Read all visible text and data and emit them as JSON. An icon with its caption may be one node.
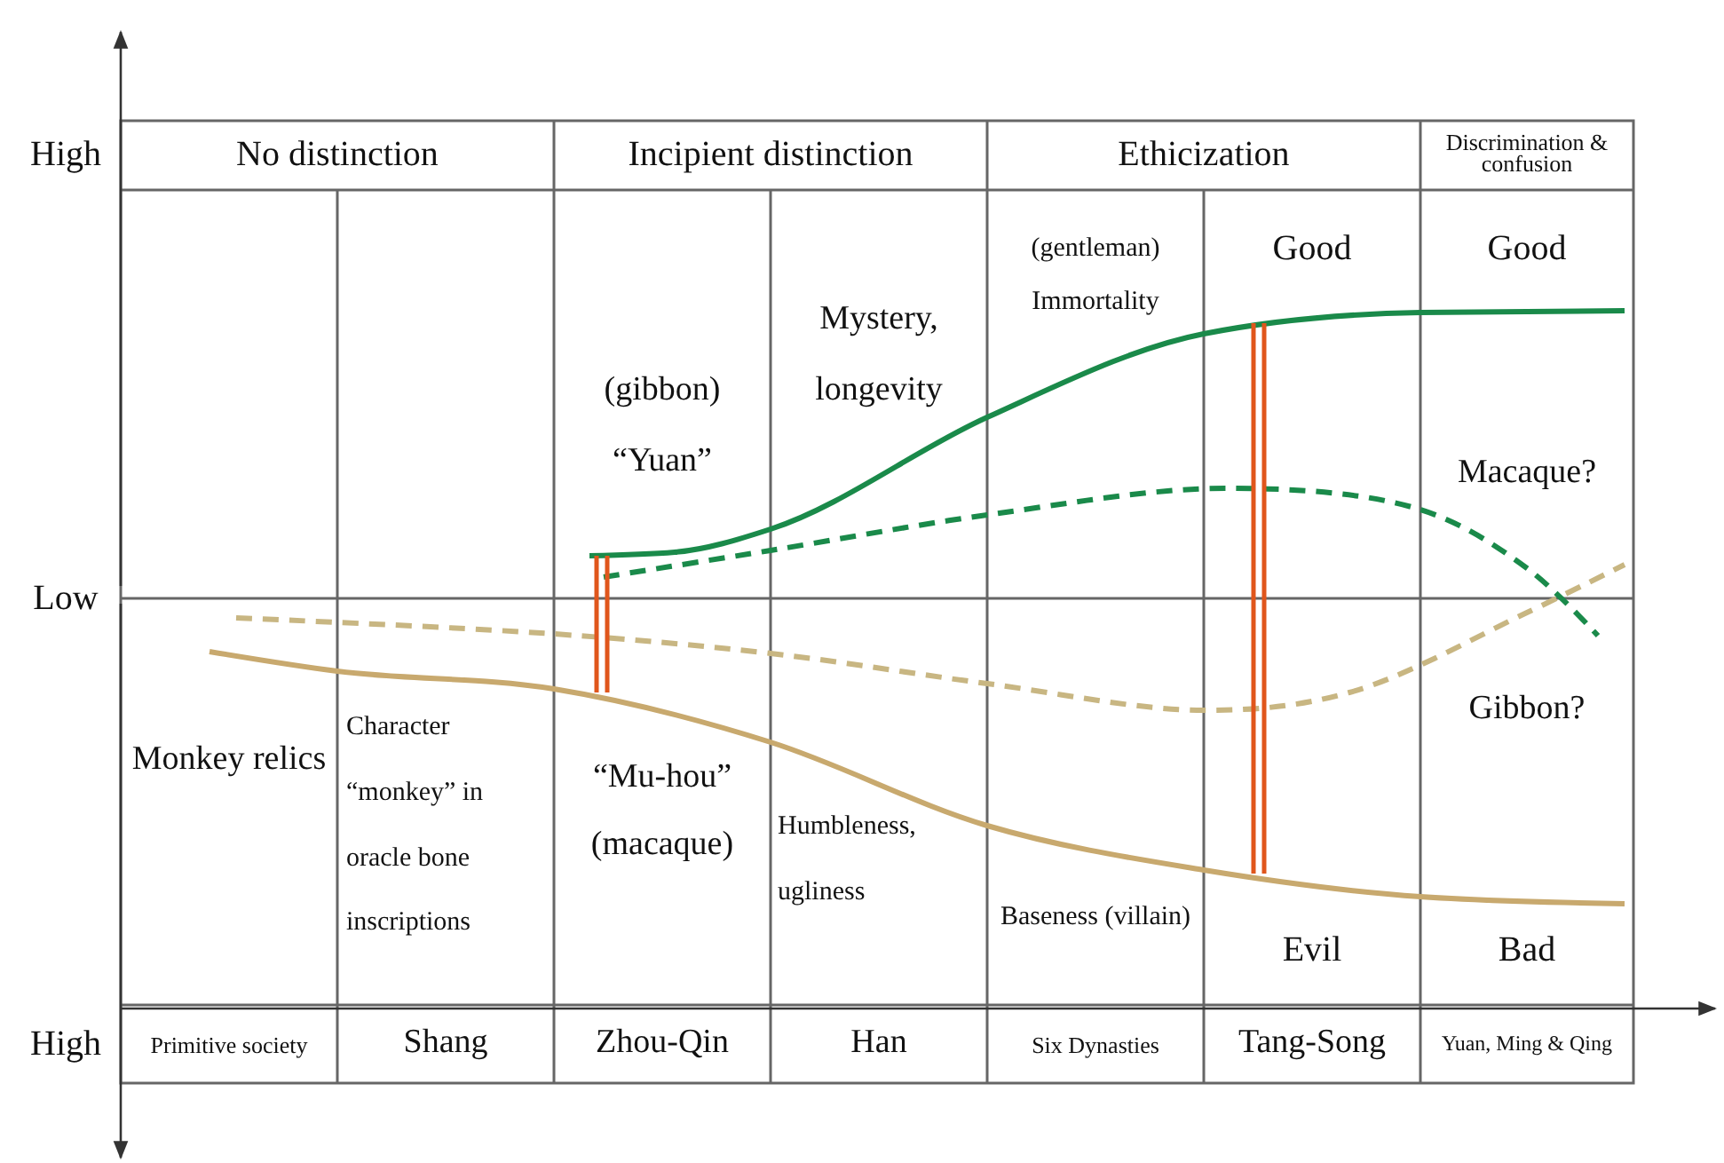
{
  "diagram": {
    "labels": [
      "High",
      "No distinction",
      "Incipient distinction",
      "Ethicization",
      "Discrimination & confusion",
      "(gibbon) “Yuan”",
      "Mystery, longevity",
      "(gentleman) Immortality",
      "Good",
      "Good",
      "Low",
      "Macaque?",
      "Monkey relics",
      "Character “monkey” in oracle bone inscriptions",
      "“Mu-hou” (macaque)",
      "Humbleness, ugliness",
      "Baseness (villain)",
      "Evil",
      "Gibbon?",
      "Bad",
      "High",
      "Primitive society",
      "Shang",
      "Zhou-Qin",
      "Han",
      "Six Dynasties",
      "Tang-Song",
      "Yuan, Ming & Qing"
    ]
  }
}
